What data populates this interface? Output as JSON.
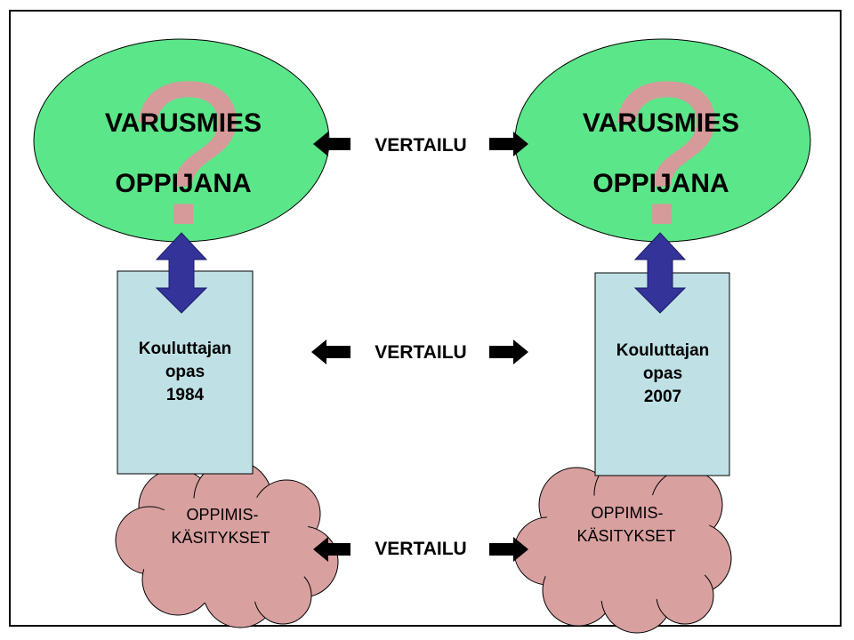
{
  "left": {
    "ellipse": {
      "line1": "VARUSMIES",
      "line2": "OPPIJANA",
      "qmark": "?"
    },
    "box": {
      "line1": "Kouluttajan",
      "line2": "opas",
      "line3": "1984"
    },
    "cloud": {
      "line1": "OPPIMIS-",
      "line2": "KÄSITYKSET"
    }
  },
  "right": {
    "ellipse": {
      "line1": "VARUSMIES",
      "line2": "OPPIJANA",
      "qmark": "?"
    },
    "box": {
      "line1": "Kouluttajan",
      "line2": "opas",
      "line3": "2007"
    },
    "cloud": {
      "line1": "OPPIMIS-",
      "line2": "KÄSITYKSET"
    }
  },
  "comparisons": [
    {
      "label": "VERTAILU"
    },
    {
      "label": "VERTAILU"
    },
    {
      "label": "VERTAILU"
    }
  ],
  "colors": {
    "ellipse_fill": "#5ce68a",
    "question_mark": "#d69a9a",
    "box_fill": "#bfe1e6",
    "cloud_fill": "#d9a0a0",
    "vertical_arrow": "#333399",
    "horizontal_arrow": "#000000"
  }
}
